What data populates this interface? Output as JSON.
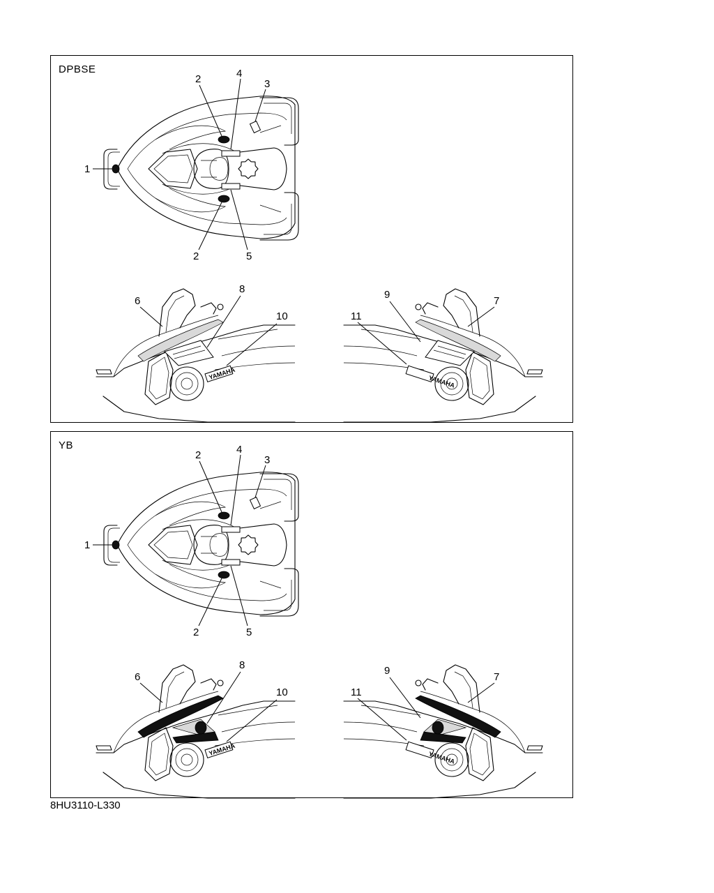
{
  "figure": {
    "code": "8HU3110-L330",
    "panels": [
      {
        "title": "DPBSE",
        "callouts": {
          "c1": "1",
          "c2a": "2",
          "c2b": "2",
          "c3": "3",
          "c4": "4",
          "c5": "5",
          "c6": "6",
          "c7": "7",
          "c8": "8",
          "c9": "9",
          "c10": "10",
          "c11": "11"
        },
        "decal_variant": "light"
      },
      {
        "title": "YB",
        "callouts": {
          "c1": "1",
          "c2a": "2",
          "c2b": "2",
          "c3": "3",
          "c4": "4",
          "c5": "5",
          "c6": "6",
          "c7": "7",
          "c8": "8",
          "c9": "9",
          "c10": "10",
          "c11": "11"
        },
        "decal_variant": "dark"
      }
    ],
    "logo_text": "YAMAHA"
  }
}
